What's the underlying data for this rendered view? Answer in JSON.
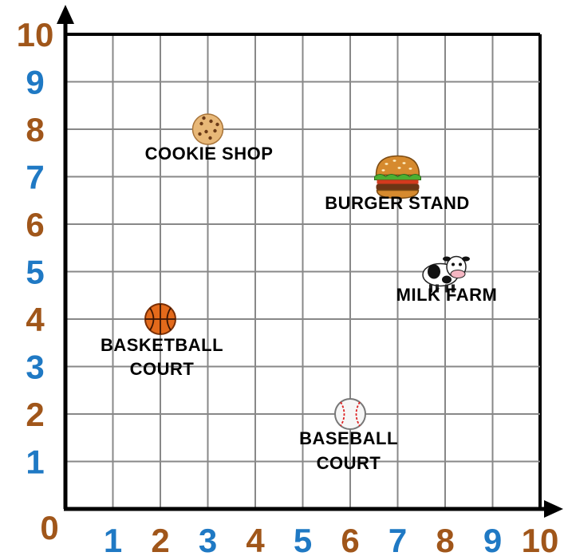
{
  "chart_data": {
    "type": "scatter",
    "xlim": [
      0,
      10
    ],
    "ylim": [
      0,
      10
    ],
    "grid": true,
    "x_ticks": [
      "0",
      "1",
      "2",
      "3",
      "4",
      "5",
      "6",
      "7",
      "8",
      "9",
      "10"
    ],
    "y_ticks": [
      "0",
      "1",
      "2",
      "3",
      "4",
      "5",
      "6",
      "7",
      "8",
      "9",
      "10"
    ],
    "tick_colors": [
      "#a0561a",
      "#1f79c4"
    ],
    "points": [
      {
        "label": "COOKIE SHOP",
        "x": 3,
        "y": 8,
        "icon": "cookie-icon"
      },
      {
        "label": "BURGER STAND",
        "x": 7,
        "y": 7,
        "icon": "burger-icon"
      },
      {
        "label": "MILK FARM",
        "x": 8,
        "y": 5,
        "icon": "cow-icon"
      },
      {
        "label": "BASKETBALL COURT",
        "x": 2,
        "y": 4,
        "icon": "basketball-icon"
      },
      {
        "label": "BASEBALL COURT",
        "x": 6,
        "y": 2,
        "icon": "baseball-icon"
      }
    ]
  }
}
